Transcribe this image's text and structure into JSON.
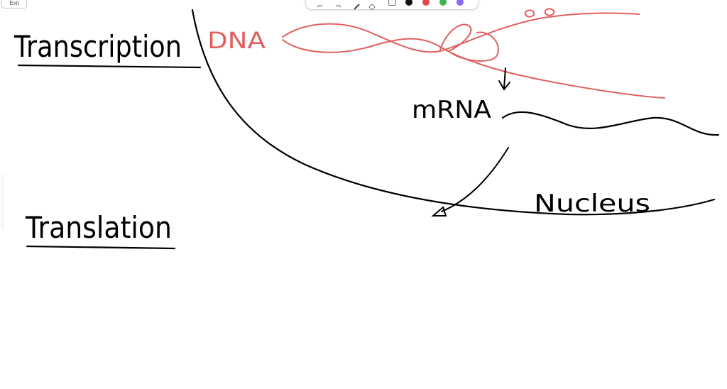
{
  "exit_label": "Exit",
  "labels": {
    "transcription": "Transcription",
    "translation": "Translation",
    "dna": "DNA",
    "mrna": "mRNA",
    "nucleus": "Nucleus"
  },
  "colors": {
    "ink": "#000000",
    "dna": "#e06060",
    "swatch_black": "#111111",
    "swatch_red": "#e54848",
    "swatch_green": "#3fb44a",
    "swatch_purple": "#8b6cf0"
  },
  "tools": [
    "undo-icon",
    "redo-icon",
    "pen-icon",
    "eraser-icon",
    "shape-icon"
  ]
}
